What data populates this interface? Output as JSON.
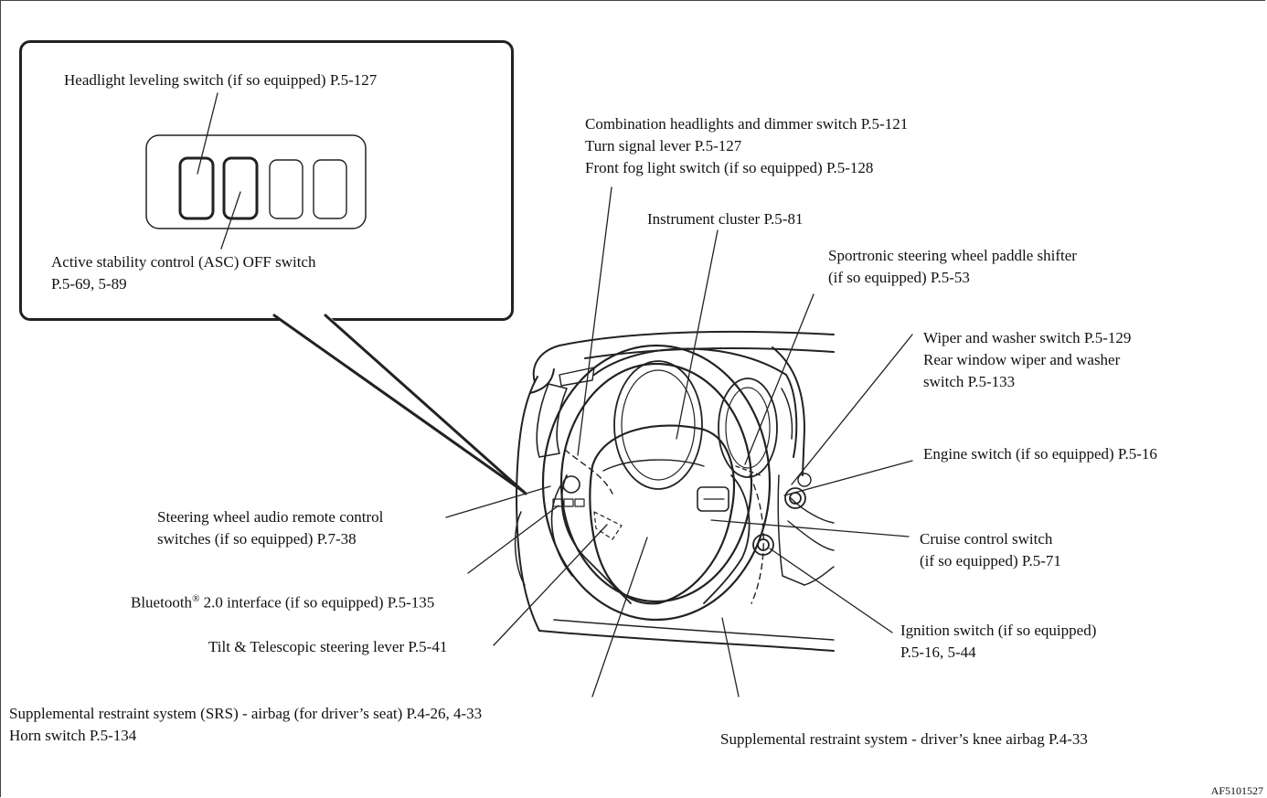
{
  "figure_code": "AF5101527",
  "labels": {
    "headlight_leveling": "Headlight leveling switch (if so equipped) P.5-127",
    "asc_off_1": "Active stability control (ASC) OFF switch",
    "asc_off_2": "P.5-69, 5-89",
    "combination_1": "Combination headlights and dimmer switch P.5-121",
    "combination_2": "Turn signal lever P.5-127",
    "combination_3": "Front fog light switch (if so equipped) P.5-128",
    "instrument_cluster": "Instrument cluster P.5-81",
    "paddle_1": "Sportronic steering wheel paddle shifter",
    "paddle_2": "(if so equipped) P.5-53",
    "wiper_1": "Wiper and washer switch P.5-129",
    "wiper_2": "Rear window wiper and washer",
    "wiper_3": "switch P.5-133",
    "engine_switch": "Engine switch (if so equipped) P.5-16",
    "audio_1": "Steering wheel audio remote control",
    "audio_2": "switches (if so equipped) P.7-38",
    "cruise_1": "Cruise control switch",
    "cruise_2": "(if so equipped) P.5-71",
    "bluetooth_pre": "Bluetooth",
    "bluetooth_sup": "®",
    "bluetooth_post": " 2.0 interface (if so equipped) P.5-135",
    "ignition_1": "Ignition switch (if so equipped)",
    "ignition_2": "P.5-16, 5-44",
    "tilt": "Tilt & Telescopic steering lever P.5-41",
    "srs_1": "Supplemental restraint system (SRS) - airbag (for driver’s seat) P.4-26, 4-33",
    "srs_2": "Horn switch P.5-134",
    "knee_airbag": "Supplemental restraint system - driver’s knee airbag P.4-33"
  }
}
